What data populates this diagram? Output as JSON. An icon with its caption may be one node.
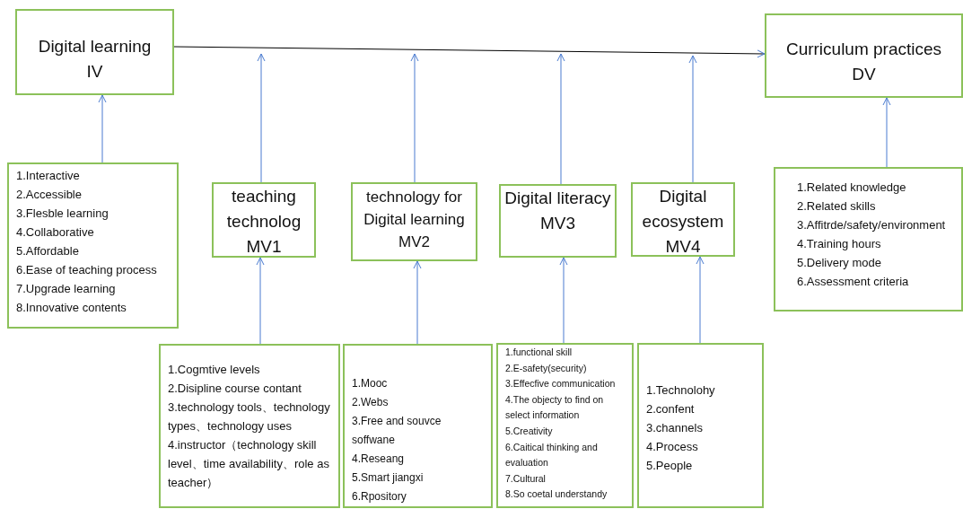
{
  "diagram": {
    "nodes": [
      {
        "text": [
          "Digital learning",
          "IV"
        ]
      },
      {
        "text": [
          "Curriculum practices",
          "DV"
        ]
      },
      {
        "text": [
          "1.Interactive",
          "2.Accessible",
          "3.Flesble learning",
          "4.Collaborative",
          "5.Affordable",
          "6.Ease of teaching process",
          "7.Upgrade learning",
          "8.Innovative contents"
        ]
      },
      {
        "text": [
          "teaching technolog",
          "MV1"
        ]
      },
      {
        "text": [
          "technology for Digital learning",
          "MV2"
        ]
      },
      {
        "text": [
          "Digital literacy",
          "MV3"
        ]
      },
      {
        "text": [
          "Digital ecosystem",
          "MV4"
        ]
      },
      {
        "text": [
          "1.Related knowledge",
          "2.Related skills",
          "3.Affitrde/safety/environment",
          "4.Training hours",
          "5.Delivery mode",
          "6.Assessment criteria"
        ]
      },
      {
        "text": [
          "1.Cogmtive levels",
          "2.Disipline course contant",
          "3.technology tools、technology types、technology uses",
          "4.instructor（technology skill level、time availability、role as teacher）"
        ]
      },
      {
        "text": [
          "1.Mooc",
          "2.Webs",
          "3.Free and souvce soffwane",
          "4.Reseang",
          "5.Smart jiangxi",
          "6.Rpository"
        ]
      },
      {
        "text": [
          "1.functional skill",
          "2.E-safety(security)",
          "3.Effecfive communication",
          "4.The objecty to find on select information",
          "5.Creativity",
          "6.Caitical thinking and evaluation",
          "7.Cultural",
          "8.So coetal understandy"
        ]
      },
      {
        "text": [
          "1.Technolohy",
          "2.confent",
          "3.channels",
          "4.Process",
          "5.People"
        ]
      }
    ],
    "edges": [
      {
        "from": 0,
        "to": 1,
        "arrow": "to",
        "color": "#000000"
      },
      {
        "from": 2,
        "to": 0,
        "arrow": "to"
      },
      {
        "from": 3,
        "to": null,
        "arrow": "to"
      },
      {
        "from": 4,
        "to": null,
        "arrow": "to"
      },
      {
        "from": 5,
        "to": null,
        "arrow": "to"
      },
      {
        "from": 6,
        "to": null,
        "arrow": "to"
      },
      {
        "from": 7,
        "to": 1,
        "arrow": "to"
      },
      {
        "from": 8,
        "to": 3,
        "arrow": "to"
      },
      {
        "from": 9,
        "to": 4,
        "arrow": "to"
      },
      {
        "from": 10,
        "to": 5,
        "arrow": "to"
      },
      {
        "from": 11,
        "to": 6,
        "arrow": "to"
      }
    ]
  }
}
